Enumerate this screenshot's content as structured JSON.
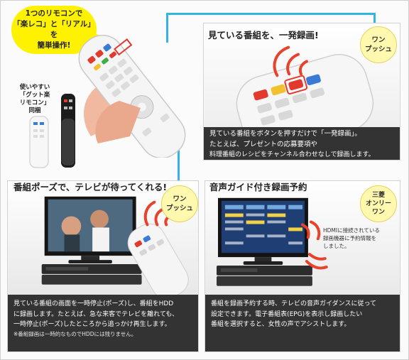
{
  "bubble": {
    "line1": "1つのリモコンで",
    "line2": "「楽レコ」と「リアル」を",
    "line3": "簡単操作!"
  },
  "remote_badge": {
    "line1": "使いやすい",
    "line2": "「グット楽",
    "line3": "リモコン」",
    "line4": "同梱"
  },
  "panel_a": {
    "title": "見ている番組を、一発録画!",
    "badge_line1": "ワン",
    "badge_line2": "プッシュ",
    "caption_line1": "見ている番組をボタンを押すだけで「一発録画」。",
    "caption_line2": "たとえば、プレゼントの応募要項や",
    "caption_line3": "料理番組のレシピをチャンネル合わせなしで録画します。"
  },
  "panel_b": {
    "title": "番組ポーズで、テレビが待ってくれる!",
    "badge_line1": "ワン",
    "badge_line2": "プッシュ",
    "caption_line1": "見ている番組の画面を一時停止(ポーズ)し、番組をHDD",
    "caption_line2": "に録画します。たとえば、急な来客でテレビを離れても、",
    "caption_line3": "一時停止(ポーズ)したところから追っかけ再生します。",
    "note": "※番組録画は一時的なものでHDDには残りません。"
  },
  "panel_c": {
    "title": "音声ガイド付き録画予約",
    "badge_line1": "三菱",
    "badge_line2": "オンリー",
    "badge_line3": "ワン",
    "epg_line1": "HDMIに接続されている",
    "epg_line2": "録画機器に予約情報を",
    "epg_line3": "しました。",
    "caption_line1": "番組を録画予約する時、テレビの音声ガイダンスに従って",
    "caption_line2": "設定できます。電子番組表(EPG)を表示し録画したい",
    "caption_line3": "番組を選択すると、女性の声でアシストします。"
  },
  "colors": {
    "accent": "#35b3e6",
    "badge": "#fff9b0",
    "bubble": "#fff200",
    "caption": "#333333",
    "waves": "#e8412c"
  },
  "icons": [
    "remote-control-icon",
    "tv-icon",
    "recorder-icon",
    "sound-wave-icon"
  ]
}
